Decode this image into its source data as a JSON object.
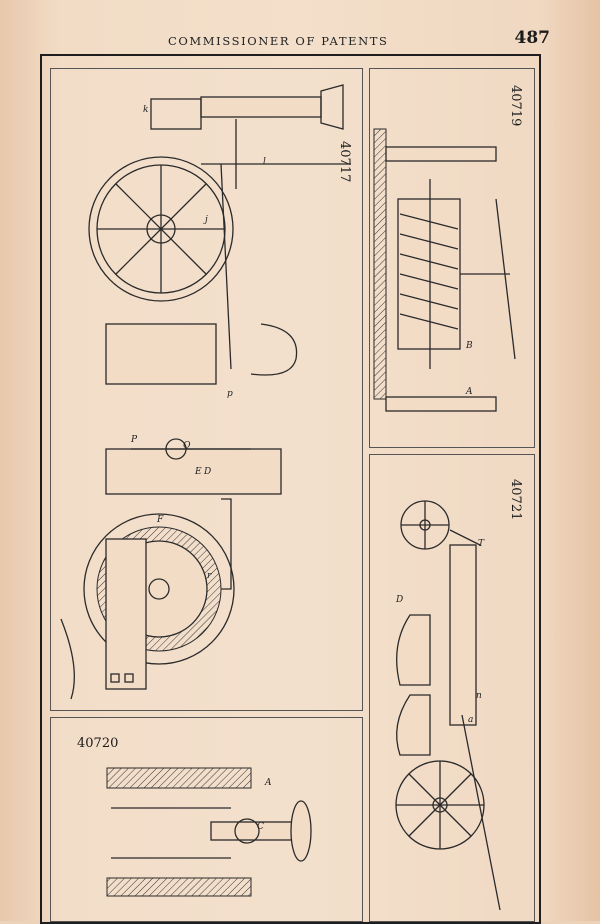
{
  "header": {
    "title": "COMMISSIONER OF PATENTS",
    "page_number": "487"
  },
  "patents": {
    "p40717": "40717",
    "p40719": "40719",
    "p40720": "40720",
    "p40721": "40721"
  },
  "labels": {
    "k": "k",
    "l": "l",
    "j": "j",
    "p": "p",
    "P": "P",
    "Q": "Q",
    "E": "E",
    "D": "D",
    "F": "F",
    "r": "r",
    "B": "B",
    "A": "A",
    "C": "C",
    "T": "T",
    "n": "n",
    "a": "a"
  }
}
